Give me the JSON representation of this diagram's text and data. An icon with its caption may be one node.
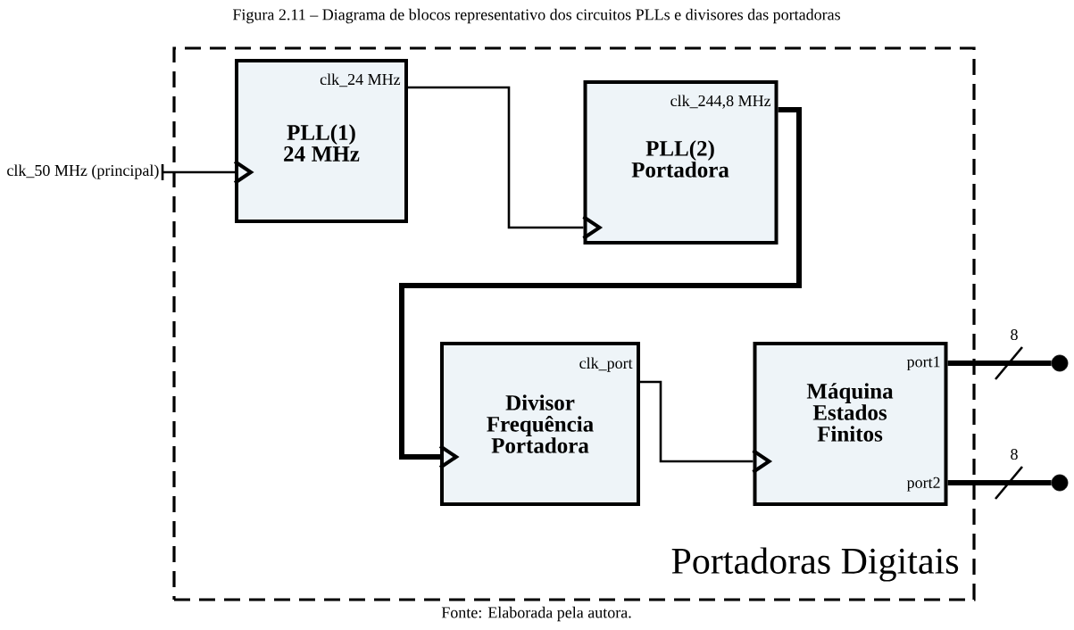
{
  "diagram": {
    "title": "Figura 2.11 – Diagrama de blocos representativo dos circuitos PLLs e divisores das portadoras",
    "caption": "Fonte: Elaborada pela autora.",
    "nodes": [
      {
        "text": [
          "clk_50 MHz (principal)"
        ]
      },
      {
        "text": [
          "Portadoras Digitais"
        ]
      },
      {
        "text": [
          "clk_24 MHz",
          "PLL(1) 24 MHz"
        ],
        "in": 1
      },
      {
        "text": [
          "clk_244,8 MHz",
          "PLL(2) Portadora"
        ],
        "in": 1
      },
      {
        "text": [
          "clk_port",
          "Divisor Frequência Portadora"
        ],
        "in": 1
      },
      {
        "text": [
          "port1",
          "Máquina Estados Finitos",
          "port2"
        ],
        "in": 1
      },
      {
        "text": [],
        "shape": "circle"
      },
      {
        "text": [],
        "shape": "circle"
      }
    ],
    "edges": [
      {
        "from": 0,
        "to": 2,
        "arrow": "to"
      },
      {
        "from": 2,
        "to": 3,
        "arrow": "to"
      },
      {
        "from": 3,
        "to": 4,
        "arrow": "to",
        "style": "thick"
      },
      {
        "from": 4,
        "to": 5,
        "arrow": "to"
      },
      {
        "from": 5,
        "to": 6,
        "arrow": "none",
        "style": "thick",
        "label": "8"
      },
      {
        "from": 5,
        "to": 7,
        "arrow": "none",
        "style": "thick",
        "label": "8"
      }
    ]
  }
}
